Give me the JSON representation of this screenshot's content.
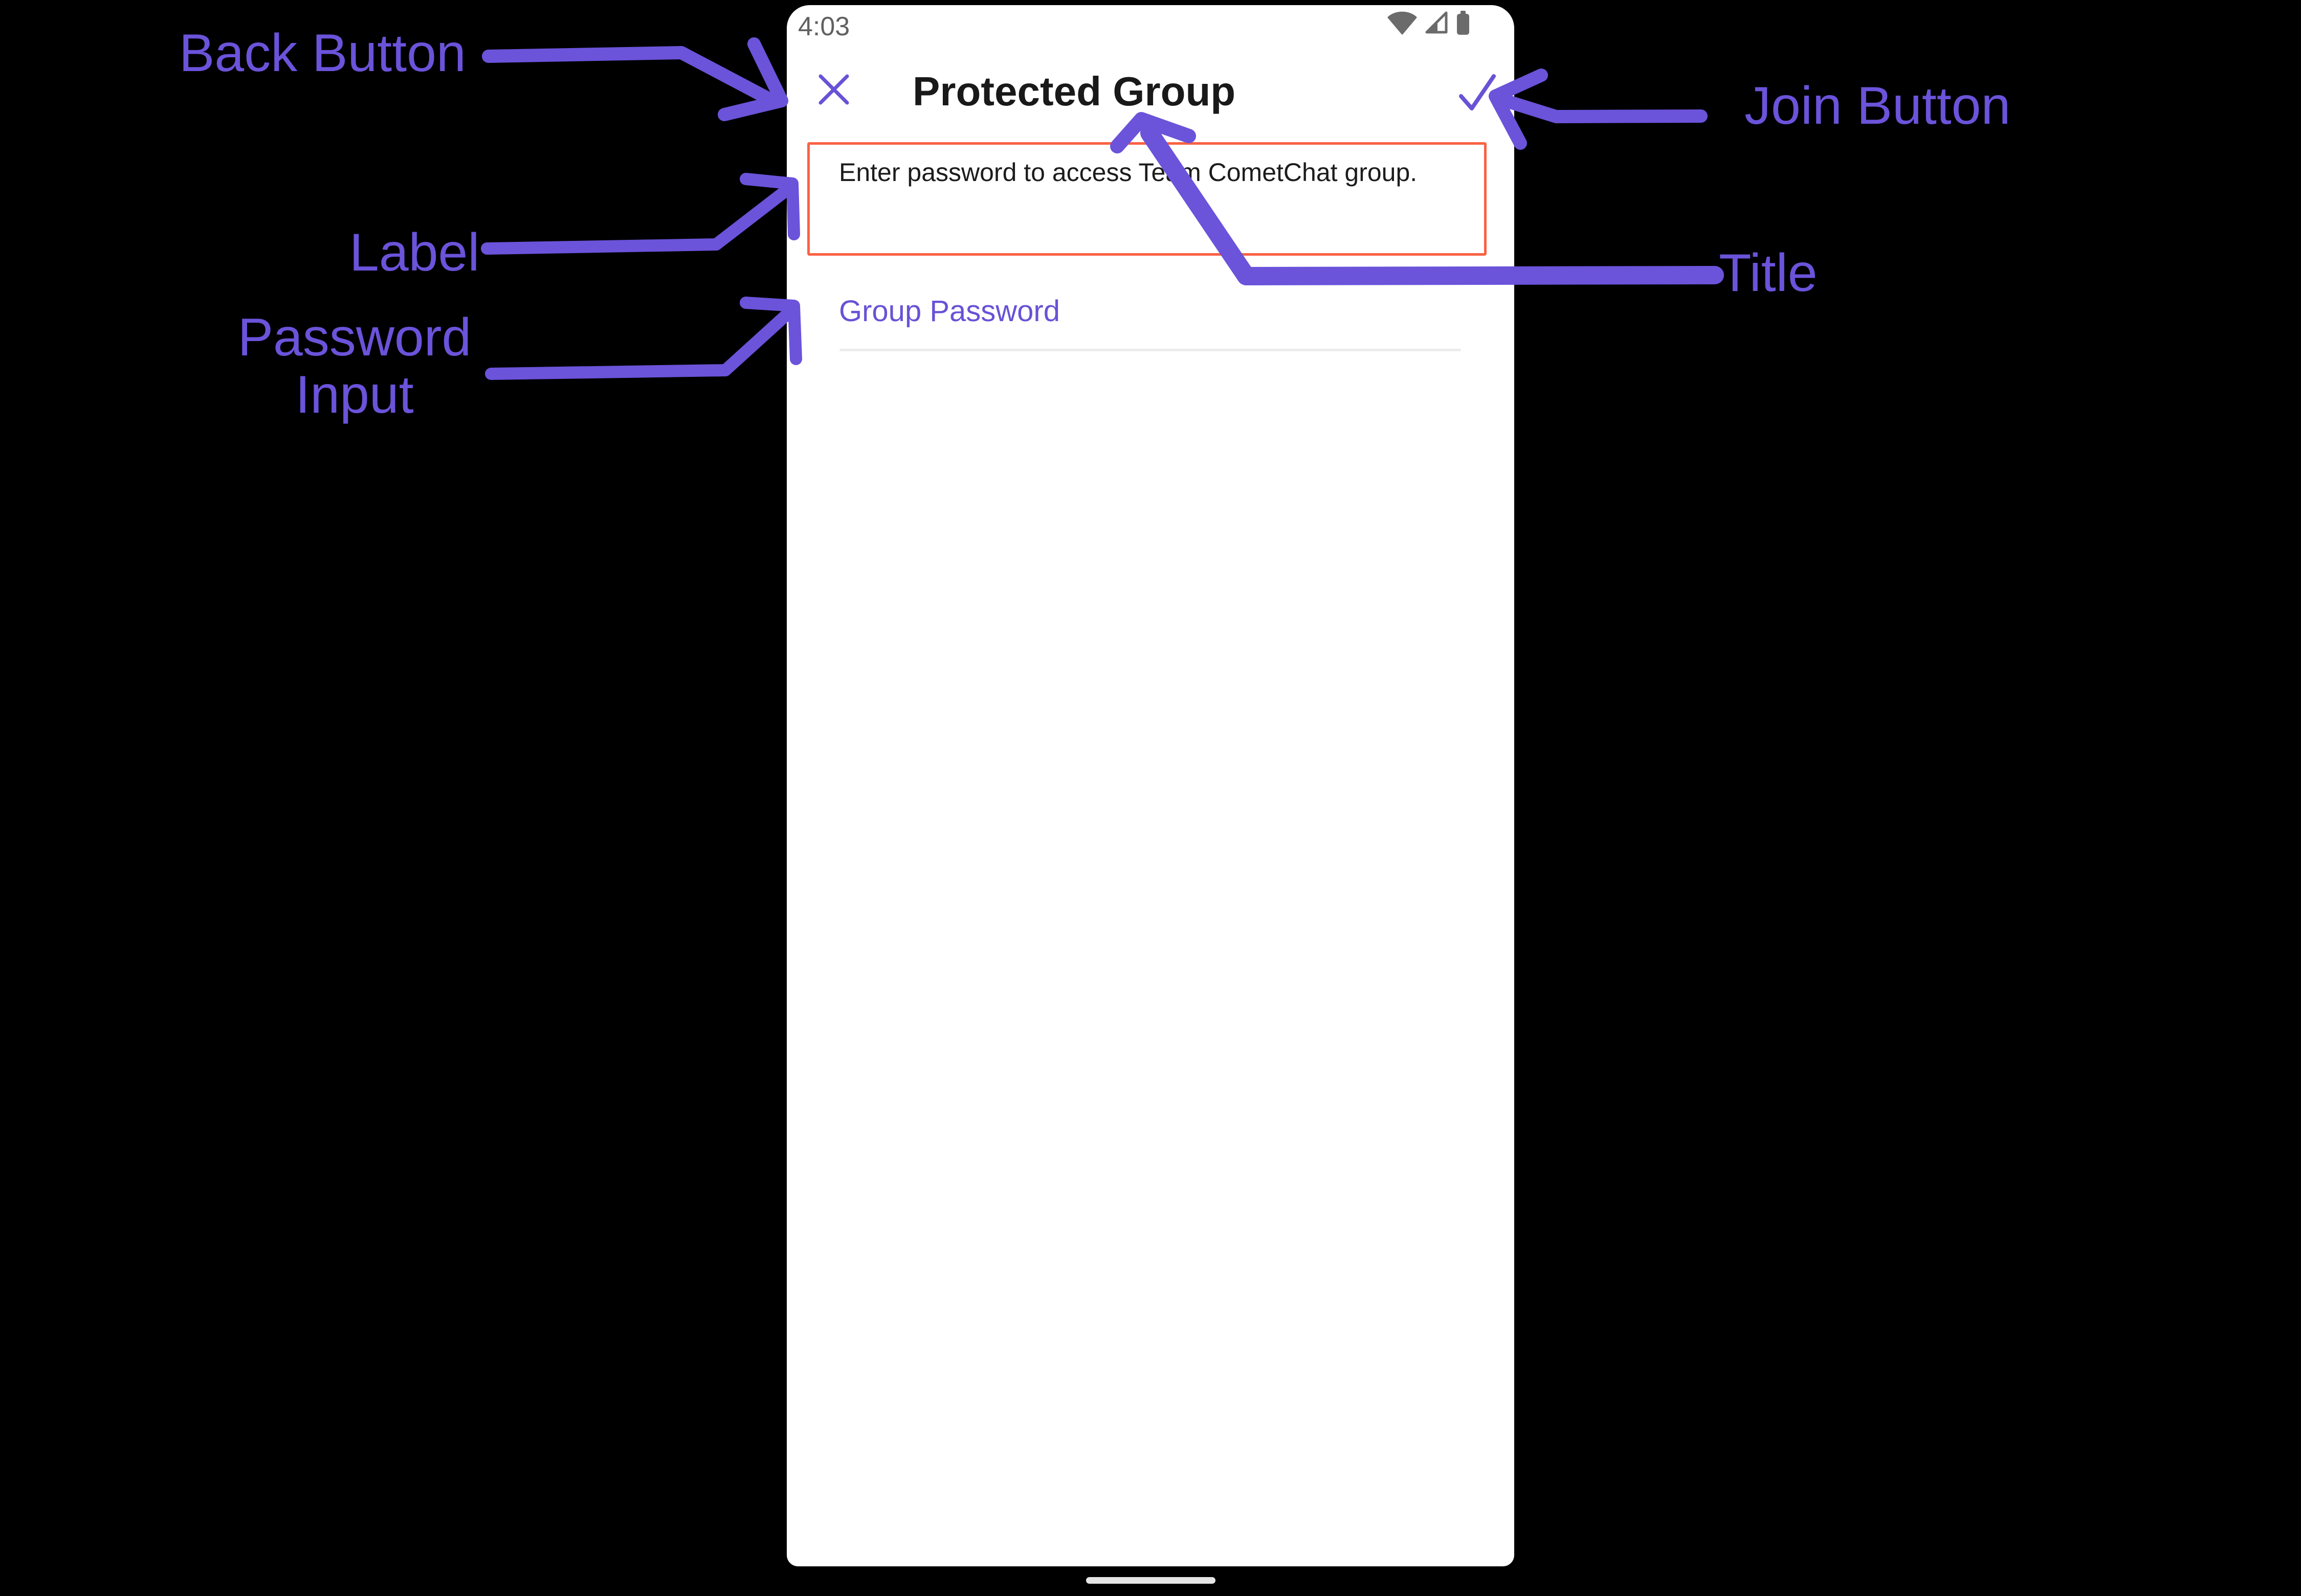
{
  "colors": {
    "annotation_purple": "#6B53DA",
    "accent_purple": "#6852D6",
    "highlight_red": "#FA6244",
    "status_gray": "#6B6B6B"
  },
  "device": {
    "status_bar": {
      "time": "4:03",
      "icons": [
        "wifi-icon",
        "cellular-signal-icon",
        "battery-icon"
      ]
    },
    "header": {
      "title": "Protected Group",
      "close_icon": "close-icon",
      "join_icon": "check-icon"
    },
    "label_box": {
      "text": "Enter password to access Team CometChat group."
    },
    "password_field": {
      "placeholder": "Group Password"
    }
  },
  "annotations": {
    "back_button": {
      "label": "Back Button"
    },
    "join_button": {
      "label": "Join Button"
    },
    "label": {
      "label": "Label"
    },
    "password_input": {
      "label": "Password Input"
    },
    "title": {
      "label": "Title"
    }
  }
}
